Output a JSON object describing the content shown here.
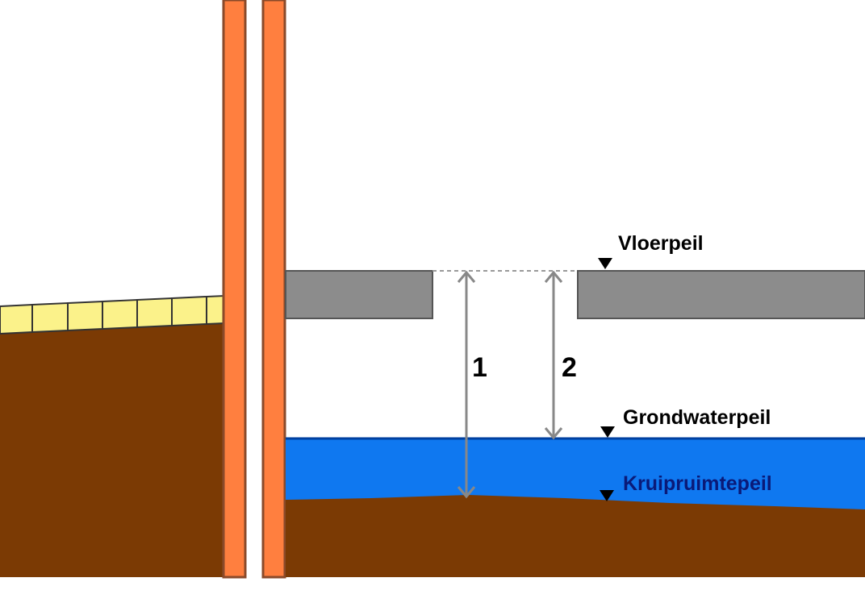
{
  "levels": {
    "floor": "Vloerpeil",
    "groundwater": "Grondwaterpeil",
    "crawlspace": "Kruipruimtepeil"
  },
  "dimensions": {
    "one": "1",
    "two": "2"
  },
  "colors": {
    "soil": "#7b3a04",
    "wall": "#ff7f3f",
    "wall_edge": "#8a4a2a",
    "water": "#0f78f0",
    "slab": "#8c8c8c",
    "tiles": "#fbf28a",
    "arrow": "#888888",
    "text": "#000000",
    "crawlspace_label": "#0a1a78"
  }
}
